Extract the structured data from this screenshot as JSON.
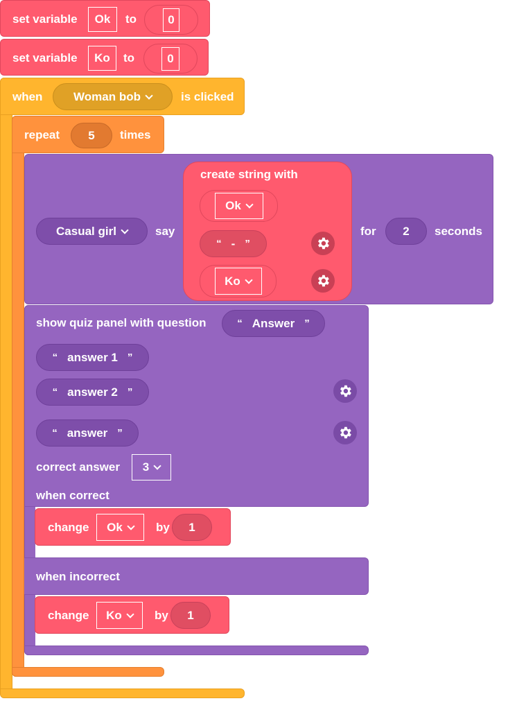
{
  "colors": {
    "variables": "#FF5A6E",
    "events": "#FFB52E",
    "loops": "#FF923D",
    "looks": "#9565C0"
  },
  "set_ok": {
    "label": "set variable",
    "var": "Ok",
    "to": "to",
    "value": "0"
  },
  "set_ko": {
    "label": "set variable",
    "var": "Ko",
    "to": "to",
    "value": "0"
  },
  "when_clicked": {
    "when": "when",
    "sprite": "Woman bob",
    "suffix": "is clicked"
  },
  "repeat": {
    "label": "repeat",
    "count": "5",
    "suffix": "times"
  },
  "say": {
    "sprite": "Casual girl",
    "say": "say",
    "create_string": {
      "label": "create string with",
      "items": [
        "Ok",
        "-",
        "Ko"
      ]
    },
    "for": "for",
    "seconds_value": "2",
    "seconds": "seconds"
  },
  "quiz": {
    "label": "show quiz panel with question",
    "question": "Answer",
    "answers": [
      "answer 1",
      "answer 2",
      "answer"
    ],
    "correct_label": "correct answer",
    "correct_value": "3",
    "when_correct": "when correct",
    "when_incorrect": "when incorrect"
  },
  "change_ok": {
    "label": "change",
    "var": "Ok",
    "by": "by",
    "value": "1"
  },
  "change_ko": {
    "label": "change",
    "var": "Ko",
    "by": "by",
    "value": "1"
  },
  "quote_open": "“",
  "quote_close": "”",
  "icons": {
    "gear": "gear-icon",
    "dropdown": "chevron-down-icon"
  }
}
